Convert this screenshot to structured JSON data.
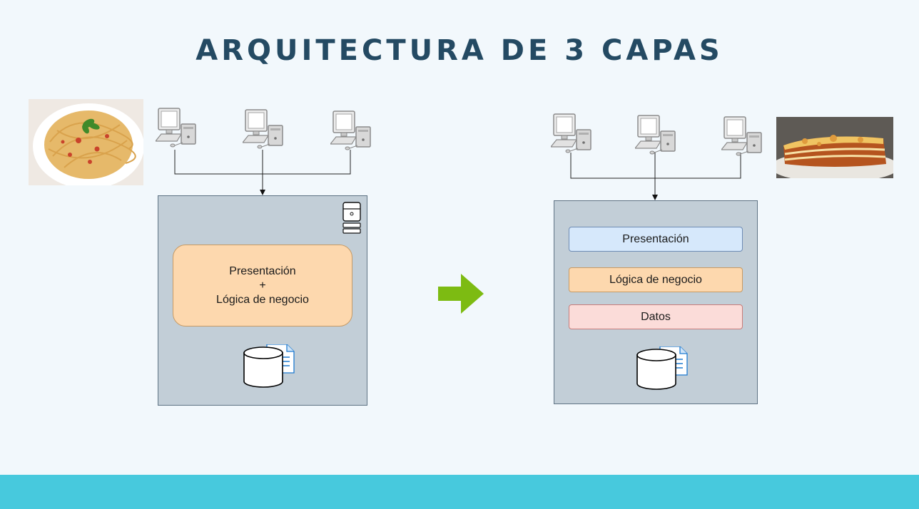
{
  "title": "ARQUITECTURA DE 3 CAPAS",
  "left_diagram": {
    "layer_lines": [
      "Presentación",
      "+",
      "Lógica de negocio"
    ]
  },
  "right_diagram": {
    "layers": [
      "Presentación",
      "Lógica de negocio",
      "Datos"
    ]
  },
  "colors": {
    "title": "#244a63",
    "server_box": "#c2ced7",
    "presentation_layer": "#d6e8fb",
    "logic_layer": "#fdd8ae",
    "data_layer": "#fbdcd9",
    "transition_arrow": "#7dbb12",
    "footer": "#47c9dd"
  },
  "icons": {
    "client": "desktop-computer-icon",
    "server": "server-tower-icon",
    "database": "database-cylinder-icon",
    "document": "document-icon",
    "arrow": "right-arrow-icon",
    "left_photo": "spaghetti-photo",
    "right_photo": "lasagna-photo"
  }
}
